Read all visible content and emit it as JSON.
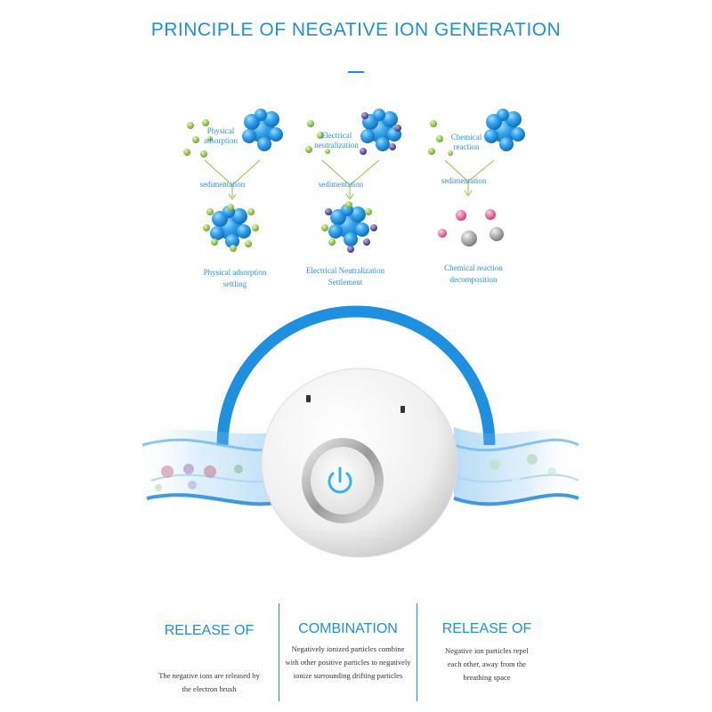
{
  "header": {
    "title": "PRINCIPLE OF NEGATIVE ION GENERATION"
  },
  "processes": [
    {
      "top_label_line1": "Physical",
      "top_label_line2": "adsorption",
      "mid_label": "sedimentation",
      "caption_line1": "Physical adsorption",
      "caption_line2": "settling"
    },
    {
      "top_label_line1": "Electrical",
      "top_label_line2": "neutralization",
      "mid_label": "sedimentation",
      "caption_line1": "Electrical Neutralization",
      "caption_line2": "Settlement"
    },
    {
      "top_label_line1": "Chemical",
      "top_label_line2": "reaction",
      "mid_label": "sedimentation",
      "caption_line1": "Chemical reaction",
      "caption_line2": "decomposition"
    }
  ],
  "columns": [
    {
      "heading": "RELEASE OF",
      "line1": "The negative ions are released by",
      "line2": "the electron brush",
      "line3": ""
    },
    {
      "heading": "COMBINATION",
      "line1": "Negatively ionized particles combine",
      "line2": "with other positive particles to negatively",
      "line3": "ionize surrounding drifting particles"
    },
    {
      "heading": "RELEASE OF",
      "line1": "Negative ion particles repel",
      "line2": "each other, away from the",
      "line3": "breathing space"
    }
  ],
  "icons": {
    "device_button": "power-icon"
  },
  "colors": {
    "accent": "#1f8fd6",
    "molecule_blue": "#2f9be6",
    "particle_green": "#8bc63f",
    "particle_purple": "#5a4c9c",
    "particle_pink": "#e85c95",
    "particle_gray": "#9a9a9a"
  }
}
